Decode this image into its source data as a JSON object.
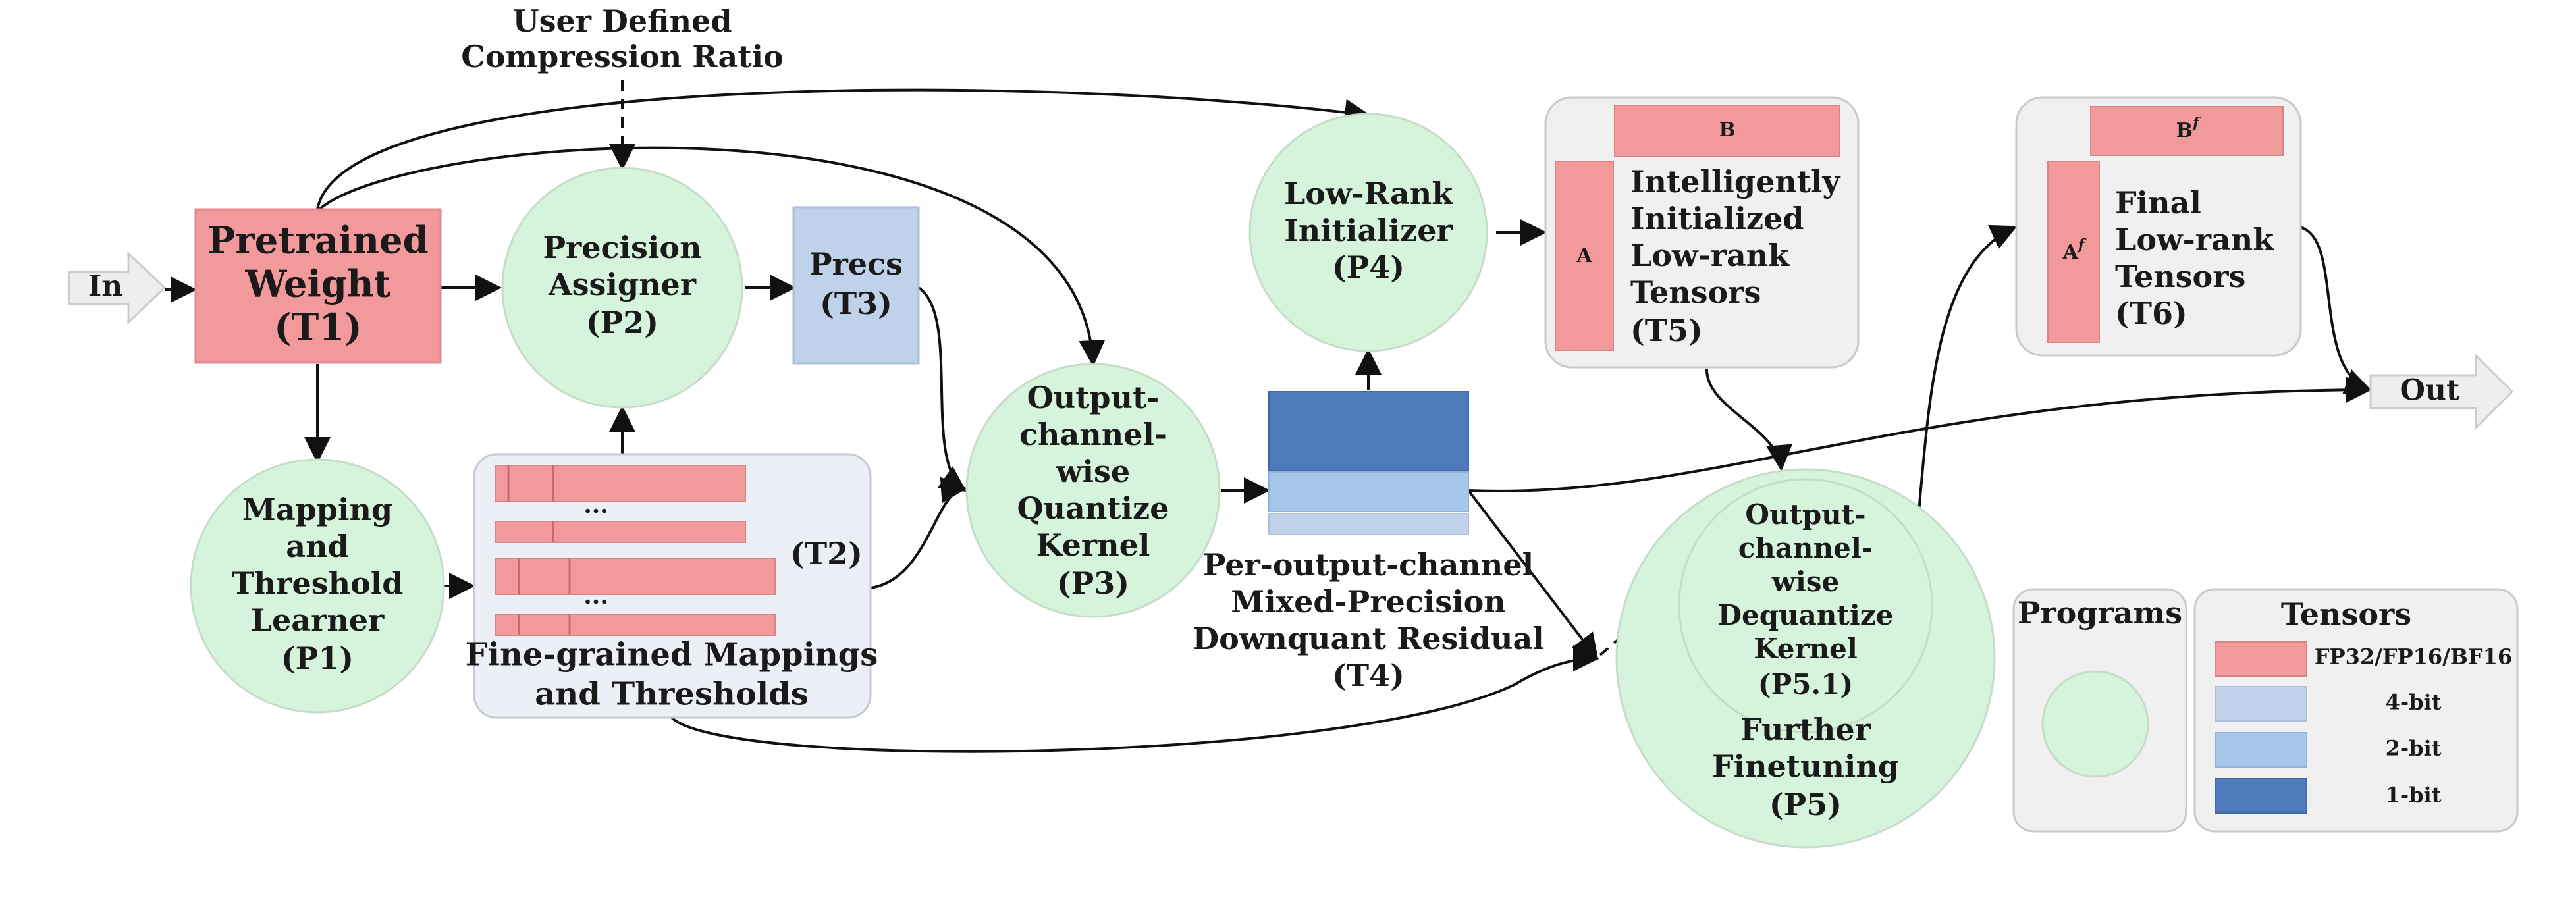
{
  "input_label": "In",
  "output_label": "Out",
  "user_ratio": [
    "User Defined",
    "Compression Ratio"
  ],
  "t1": [
    "Pretrained",
    "Weight",
    "(T1)"
  ],
  "p1": [
    "Mapping",
    "and",
    "Threshold",
    "Learner",
    "(P1)"
  ],
  "p2": [
    "Precision",
    "Assigner",
    "(P2)"
  ],
  "t3": [
    "Precs",
    "(T3)"
  ],
  "t2": {
    "id": "(T2)",
    "ellipsis": "...",
    "caption": [
      "Fine-grained Mappings",
      "and Thresholds"
    ]
  },
  "p3": [
    "Output-",
    "channel-",
    "wise",
    "Quantize",
    "Kernel",
    "(P3)"
  ],
  "t4": [
    "Per-output-channel",
    "Mixed-Precision",
    "Downquant Residual",
    "(T4)"
  ],
  "p4": [
    "Low-Rank",
    "Initializer",
    "(P4)"
  ],
  "t5": {
    "a": "A",
    "b": "B",
    "text": [
      "Intelligently",
      "Initialized",
      "Low-rank",
      "Tensors",
      "(T5)"
    ]
  },
  "t6": {
    "a": "A",
    "a_sup": "f",
    "b": "B",
    "b_sup": "f",
    "text": [
      "Final",
      "Low-rank",
      "Tensors",
      "(T6)"
    ]
  },
  "p5": [
    "Further",
    "Finetuning",
    "(P5)"
  ],
  "p51": [
    "Output-",
    "channel-",
    "wise",
    "Dequantize",
    "Kernel",
    "(P5.1)"
  ],
  "legend": {
    "programs_title": "Programs",
    "tensors_title": "Tensors",
    "items": [
      "FP32/FP16/BF16",
      "4-bit",
      "2-bit",
      "1-bit"
    ]
  },
  "colors": {
    "program_fill": "#d6f3dc",
    "fp_tensor": "#f2999c",
    "bit4": "#bfd2ea",
    "bit2": "#a7c7ea",
    "bit1": "#4d7bbc"
  }
}
